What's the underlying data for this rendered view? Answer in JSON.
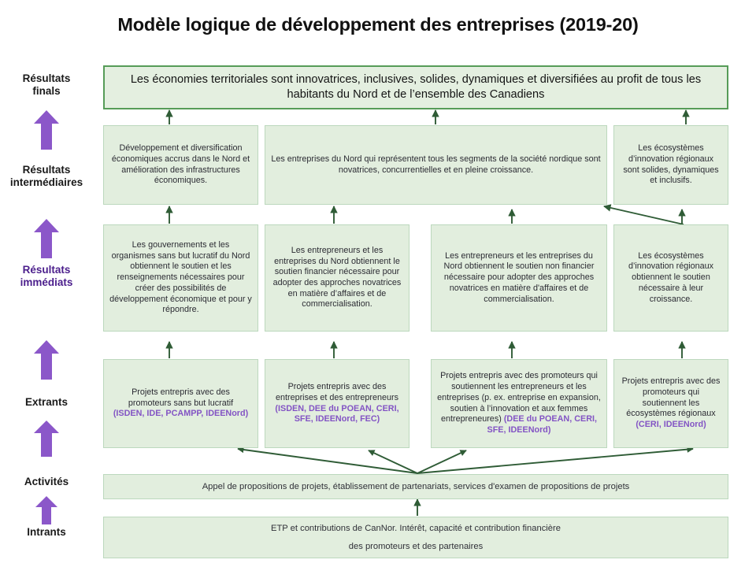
{
  "title": "Modèle logique de développement des entreprises (2019-20)",
  "colors": {
    "box_fill": "#e2eede",
    "box_border": "#bcd8bd",
    "final_border": "#569c58",
    "connector": "#2f5c36",
    "rail_arrow": "#8b57c9",
    "acronym_text": "#8354c4",
    "label_accent": "#4b1e8c",
    "body_text": "#2b2b33"
  },
  "rail": {
    "labels": [
      {
        "id": "resultats-finals",
        "line1": "Résultats",
        "line2": "finals",
        "accent": false
      },
      {
        "id": "resultats-intermediaires",
        "line1": "Résultats",
        "line2": "intermédiaires",
        "accent": false
      },
      {
        "id": "resultats-immediats",
        "line1": "Résultats",
        "line2": "immédiats",
        "accent": true
      },
      {
        "id": "extrants",
        "line1": "Extrants",
        "line2": "",
        "accent": false
      },
      {
        "id": "activites",
        "line1": "Activités",
        "line2": "",
        "accent": false
      },
      {
        "id": "intrants",
        "line1": "Intrants",
        "line2": "",
        "accent": false
      }
    ]
  },
  "rows": {
    "final": {
      "text": "Les économies territoriales sont innovatrices, inclusives, solides, dynamiques et diversifiées au profit de tous les habitants du Nord et de l’ensemble des Canadiens"
    },
    "intermediate": [
      {
        "id": "dev-diversification",
        "text": "Développement et diversification économiques accrus dans le Nord et amélioration des infrastructures économiques."
      },
      {
        "id": "entreprises-nord",
        "text": "Les entreprises du Nord qui représentent tous les segments de la société nordique sont novatrices, concurrentielles et en pleine croissance."
      },
      {
        "id": "ecosystemes-solides",
        "text": "Les écosystèmes d’innovation régionaux sont solides, dynamiques et inclusifs."
      }
    ],
    "immediate": [
      {
        "id": "gouvernements-osbl",
        "text": "Les gouvernements et les organismes sans but lucratif du Nord obtiennent le soutien et les renseignements nécessaires pour créer des possibilités de développement économique et pour y répondre."
      },
      {
        "id": "soutien-financier",
        "text": "Les entrepreneurs et les entreprises du Nord obtiennent le soutien financier nécessaire pour adopter des approches novatrices en matière d’affaires et de commercialisation."
      },
      {
        "id": "soutien-non-financier",
        "text": "Les entrepreneurs et les entreprises du Nord obtiennent le soutien non financier nécessaire pour adopter des approches novatrices en matière d'affaires et de commercialisation."
      },
      {
        "id": "ecosystemes-soutien",
        "text": "Les écosystèmes d’innovation régionaux obtiennent le soutien nécessaire à leur croissance."
      }
    ],
    "outputs": [
      {
        "id": "projets-osbl",
        "text": "Projets entrepris avec des promoteurs sans but lucratif",
        "acronyms": "(ISDEN, IDE, PCAMPP, IDEENord)",
        "inline": false
      },
      {
        "id": "projets-entreprises",
        "text": "Projets entrepris avec des entreprises et des entrepreneurs",
        "acronyms": "(ISDEN, DEE du POEAN, CERI, SFE, IDEENord, FEC)",
        "inline": false
      },
      {
        "id": "projets-promoteurs",
        "text": "Projets entrepris avec des promoteurs qui soutiennent les entrepreneurs et les entreprises (p. ex. entreprise en expansion, soutien à l’innovation et aux femmes entrepreneures)",
        "acronyms": "(DEE du POEAN, CERI, SFE, IDEENord)",
        "inline": true
      },
      {
        "id": "projets-ecosystemes",
        "text": "Projets entrepris avec des promoteurs qui soutiennent les écosystèmes régionaux",
        "acronyms": "(CERI, IDEENord)",
        "inline": false
      }
    ],
    "activities": {
      "id": "activites-band",
      "text": "Appel de propositions de projets, établissement de partenariats, services d'examen de propositions de projets"
    },
    "inputs": {
      "id": "intrants-band",
      "line1": "ETP et contributions de CanNor. Intérêt, capacité et contribution financière",
      "line2": "des promoteurs et des partenaires"
    }
  }
}
